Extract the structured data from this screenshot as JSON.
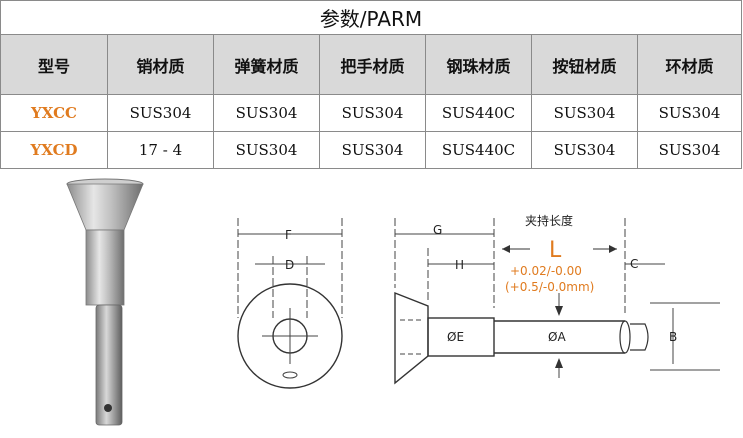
{
  "table": {
    "title": "参数/PARM",
    "headers": [
      "型号",
      "销材质",
      "弹簧材质",
      "把手材质",
      "钢珠材质",
      "按钮材质",
      "环材质"
    ],
    "rows": [
      [
        "YXCC",
        "SUS304",
        "SUS304",
        "SUS304",
        "SUS440C",
        "SUS304",
        "SUS304"
      ],
      [
        "YXCD",
        "17 - 4",
        "SUS304",
        "SUS304",
        "SUS440C",
        "SUS304",
        "SUS304"
      ]
    ]
  },
  "drawing": {
    "labels": {
      "f": "F",
      "d": "D",
      "g": "G",
      "h": "H",
      "c": "C",
      "oe": "ØE",
      "oa": "ØA",
      "b": "B"
    },
    "grip_title": "夹持长度",
    "grip_letter": "L",
    "tolerance_1": "+0.02/-0.00",
    "tolerance_2": "(+0.5/-0.0mm)",
    "accent_color": "#e07b1f"
  }
}
